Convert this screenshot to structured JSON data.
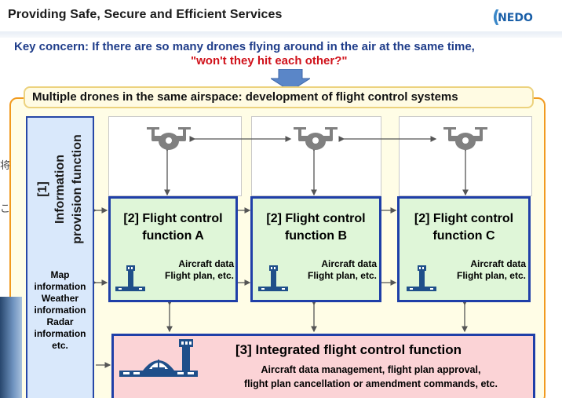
{
  "header": {
    "title": "Providing Safe, Secure and Efficient Services",
    "logo_text": "NEDO"
  },
  "concern": {
    "line1": "Key concern: If there are so many drones flying around in the air at the same time,",
    "line2": "\"won't they hit each other?\""
  },
  "banner": "Multiple drones in the same airspace: development of flight control systems",
  "info_function": {
    "number": "[1]",
    "title_line1": "Information",
    "title_line2": "provision function",
    "items": [
      "Map",
      "information",
      "Weather",
      "information",
      "Radar",
      "information",
      "etc."
    ]
  },
  "flight_control": [
    {
      "line1": "[2] Flight control",
      "line2": "function A",
      "data1": "Aircraft data",
      "data2": "Flight plan, etc."
    },
    {
      "line1": "[2] Flight control",
      "line2": "function B",
      "data1": "Aircraft data",
      "data2": "Flight plan, etc."
    },
    {
      "line1": "[2] Flight control",
      "line2": "function C",
      "data1": "Aircraft data",
      "data2": "Flight plan, etc."
    }
  ],
  "integrated": {
    "title": "[3] Integrated flight control function",
    "desc1": "Aircraft data management, flight plan approval,",
    "desc2": "flight plan cancellation or amendment commands, etc."
  },
  "side_text": {
    "jp1": "将",
    "jp2": "こ"
  },
  "colors": {
    "orange_border": "#f19a1f",
    "navy_border": "#1f3fa8",
    "green_fill": "#dff6d8",
    "pink_fill": "#fbd3d6",
    "light_blue_fill": "#d9e8fb",
    "red_text": "#d0121b",
    "blue_text": "#1f3d8a"
  },
  "icons": [
    "drone-icon",
    "control-tower-icon",
    "airport-icon",
    "arrow-down-icon"
  ]
}
